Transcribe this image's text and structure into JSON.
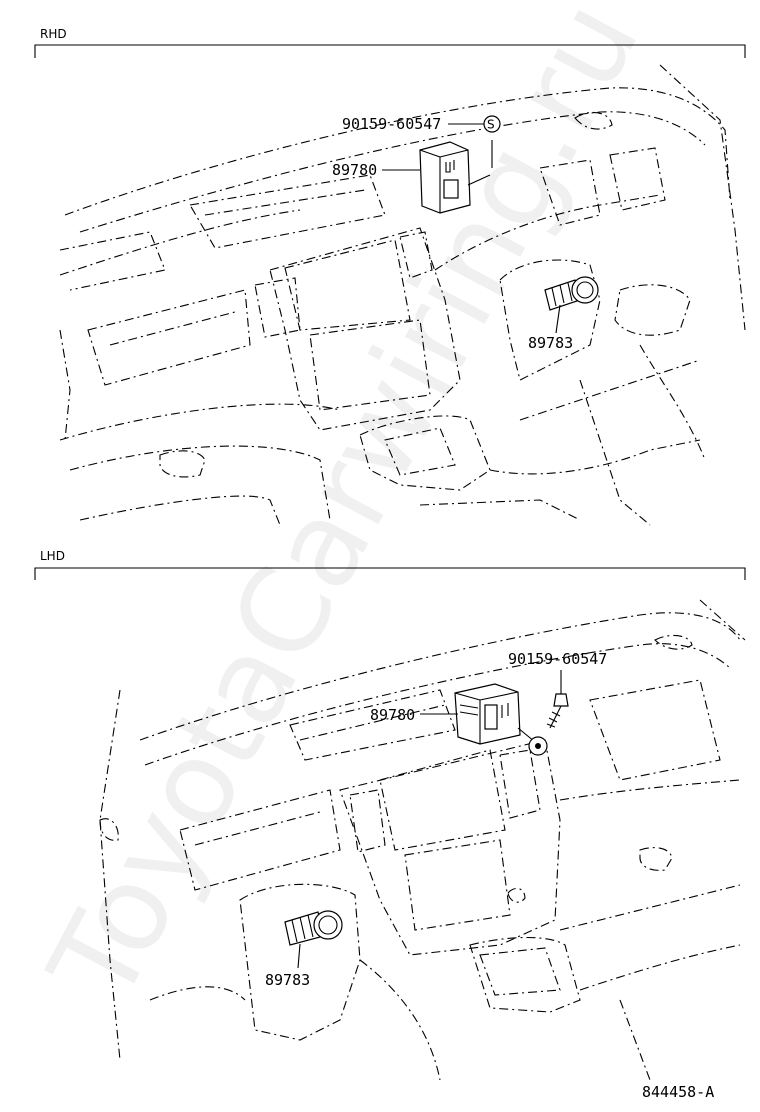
{
  "sections": {
    "rhd": {
      "title": "RHD"
    },
    "lhd": {
      "title": "LHD"
    }
  },
  "callouts": {
    "rhd_bolt": "90159-60547",
    "rhd_bolt_symbol": "S",
    "rhd_unit": "89780",
    "rhd_sensor": "89783",
    "lhd_bolt": "90159-60547",
    "lhd_unit": "89780",
    "lhd_sensor": "89783"
  },
  "footer": {
    "figure_id": "844458-A"
  },
  "watermark": {
    "text": "ToyotaCarwiring.ru"
  }
}
